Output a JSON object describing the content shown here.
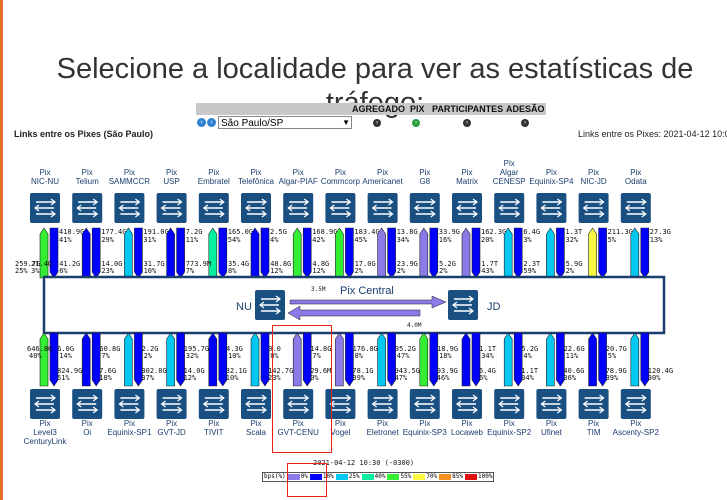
{
  "page": {
    "title": "Selecione a localidade para ver as estatísticas de tráfego:"
  },
  "menu": {
    "agregado": "AGREGADO",
    "pix": "PIX",
    "participantes": "PARTICIPANTES",
    "adesao": "ADESÃO"
  },
  "location_select": {
    "value": "São Paulo/SP"
  },
  "links_title_left": "Links entre os Pixes (São Paulo)",
  "links_title_right": "Links entre os Pixes: 2021-04-12 10:0",
  "central": {
    "left": "NU",
    "right": "JD",
    "title": "Pix Central",
    "top_value": "3.5M",
    "bottom_value": "4.0M"
  },
  "colors": {
    "c0": "#8a7be8",
    "c10": "#0000ff",
    "c25": "#00c8f0",
    "c40": "#00f0a0",
    "c55": "#33ee33",
    "c70": "#f8f840",
    "c85": "#f89020",
    "c100": "#e01010",
    "switch": "#1a4f82",
    "frame": "#1a3e6e"
  },
  "top_pixes": [
    {
      "name": "Pix\nNIC-NU",
      "up": "418.9G",
      "up_pct": "41%",
      "down": "259.7G",
      "down_pct": "25%",
      "side": "21.4G",
      "side_pct": "3%",
      "c": "c55"
    },
    {
      "name": "Pix\nTelium",
      "up": "177.4G",
      "up_pct": "29%",
      "down": "",
      "down_pct": "",
      "side": "41.2G",
      "side_pct": "6%",
      "c": "c10"
    },
    {
      "name": "Pix\nSAMMCCR",
      "up": "191.0G",
      "up_pct": "31%",
      "down": "",
      "down_pct": "",
      "side": "14.0G",
      "side_pct": "23%",
      "c": "c25"
    },
    {
      "name": "Pix\nUSP",
      "up": "7.2G",
      "up_pct": "11%",
      "down": "",
      "down_pct": "",
      "side": "31.7G",
      "side_pct": "10%",
      "c": "c10"
    },
    {
      "name": "Pix\nEmbratel",
      "up": "165.0G",
      "up_pct": "54%",
      "down": "",
      "down_pct": "",
      "side": "773.9M",
      "side_pct": "7%",
      "c": "c40"
    },
    {
      "name": "Pix\nTelefônica",
      "up": "2.5G",
      "up_pct": "4%",
      "down": "",
      "down_pct": "",
      "side": "35.4G",
      "side_pct": "8%",
      "c": "c10"
    },
    {
      "name": "Pix\nAlgar-PIAF",
      "up": "168.9G",
      "up_pct": "42%",
      "down": "",
      "down_pct": "",
      "side": "48.8G",
      "side_pct": "12%",
      "c": "c55"
    },
    {
      "name": "Pix\nCommcorp",
      "up": "183.4G",
      "up_pct": "45%",
      "down": "",
      "down_pct": "",
      "side": "4.8G",
      "side_pct": "12%",
      "c": "c55"
    },
    {
      "name": "Pix\nAmericanet",
      "up": "13.8G",
      "up_pct": "34%",
      "down": "",
      "down_pct": "",
      "side": "17.0G",
      "side_pct": "2%",
      "c": "c0"
    },
    {
      "name": "Pix\nG8",
      "up": "33.9G",
      "up_pct": "16%",
      "down": "",
      "down_pct": "",
      "side": "23.9G",
      "side_pct": "2%",
      "c": "c0"
    },
    {
      "name": "Pix\nMatrix",
      "up": "162.3G",
      "up_pct": "20%",
      "down": "",
      "down_pct": "",
      "side": "5.2G",
      "side_pct": "2%",
      "c": "c0"
    },
    {
      "name": "Pix\nAlgar\nCENESP",
      "up": "6.4G",
      "up_pct": "3%",
      "down": "",
      "down_pct": "",
      "side": "1.7T",
      "side_pct": "43%",
      "c": "c25"
    },
    {
      "name": "Pix\nEquinix-SP4",
      "up": "1.3T",
      "up_pct": "32%",
      "down": "",
      "down_pct": "",
      "side": "2.3T",
      "side_pct": "59%",
      "c": "c25"
    },
    {
      "name": "Pix\nNIC-JD",
      "up": "211.3G",
      "up_pct": "5%",
      "down": "",
      "down_pct": "",
      "side": "5.9G",
      "side_pct": "2%",
      "c": "c70"
    },
    {
      "name": "Pix\nOdata",
      "up": "27.3G",
      "up_pct": "13%",
      "down": "",
      "down_pct": "",
      "side": "",
      "side_pct": "",
      "c": "c25"
    }
  ],
  "bottom_pixes": [
    {
      "name": "Pix\nLevel3\nCenturyLink",
      "a": "646.8G",
      "a_pct": "40%",
      "b": "824.9G",
      "b_pct": "51%",
      "c": "c55"
    },
    {
      "name": "Pix\nOi",
      "a": "6.0G",
      "a_pct": "14%",
      "b": "7.6G",
      "b_pct": "18%",
      "c": "c10"
    },
    {
      "name": "Pix\nEquinix-SP1",
      "a": "60.8G",
      "a_pct": "7%",
      "b": "302.8G",
      "b_pct": "37%",
      "c": "c25"
    },
    {
      "name": "Pix\nGVT-JD",
      "a": "2.2G",
      "a_pct": "2%",
      "b": "14.0G",
      "b_pct": "12%",
      "c": "c25"
    },
    {
      "name": "Pix\nTIVIT",
      "a": "195.7G",
      "a_pct": "32%",
      "b": "32.1G",
      "b_pct": "10%",
      "c": "c10"
    },
    {
      "name": "Pix\nScala",
      "a": "4.3G",
      "a_pct": "10%",
      "b": "142.7G",
      "b_pct": "23%",
      "c": "c25"
    },
    {
      "name": "Pix\nGVT-CENU",
      "a": "0.0",
      "a_pct": "0%",
      "b": "29.6M",
      "b_pct": "0%",
      "c": "c0"
    },
    {
      "name": "Pix\nVogel",
      "a": "14.8G",
      "a_pct": "7%",
      "b": "78.1G",
      "b_pct": "39%",
      "c": "c0"
    },
    {
      "name": "Pix\nEletronet",
      "a": "176.8G",
      "a_pct": "8%",
      "b": "943.5G",
      "b_pct": "47%",
      "c": "c25"
    },
    {
      "name": "Pix\nEquinix-SP3",
      "a": "95.2G",
      "a_pct": "47%",
      "b": "93.9G",
      "b_pct": "46%",
      "c": "c55"
    },
    {
      "name": "Pix\nLocaweb",
      "a": "18.9G",
      "a_pct": "18%",
      "b": "6.4G",
      "b_pct": "6%",
      "c": "c10"
    },
    {
      "name": "Pix\nEquinix-SP2",
      "a": "1.1T",
      "a_pct": "34%",
      "b": "1.1T",
      "b_pct": "34%",
      "c": "c25"
    },
    {
      "name": "Pix\nUfinet",
      "a": "5.2G",
      "a_pct": "4%",
      "b": "40.6G",
      "b_pct": "36%",
      "c": "c25"
    },
    {
      "name": "Pix\nTIM",
      "a": "22.6G",
      "a_pct": "11%",
      "b": "78.9G",
      "b_pct": "39%",
      "c": "c10"
    },
    {
      "name": "Pix\nAscenty-SP2",
      "a": "20.7G",
      "a_pct": "5%",
      "b": "120.4G",
      "b_pct": "30%",
      "c": "c25"
    }
  ],
  "timestamp": "2021-04-12 10:30 (-0300)",
  "legend": {
    "prefix": "bps(%)",
    "items": [
      {
        "label": "0%",
        "c": "c0"
      },
      {
        "label": "10%",
        "c": "c10"
      },
      {
        "label": "25%",
        "c": "c25"
      },
      {
        "label": "40%",
        "c": "c40"
      },
      {
        "label": "55%",
        "c": "c55"
      },
      {
        "label": "70%",
        "c": "c70"
      },
      {
        "label": "85%",
        "c": "c85"
      },
      {
        "label": "100%",
        "c": "c100"
      }
    ]
  }
}
